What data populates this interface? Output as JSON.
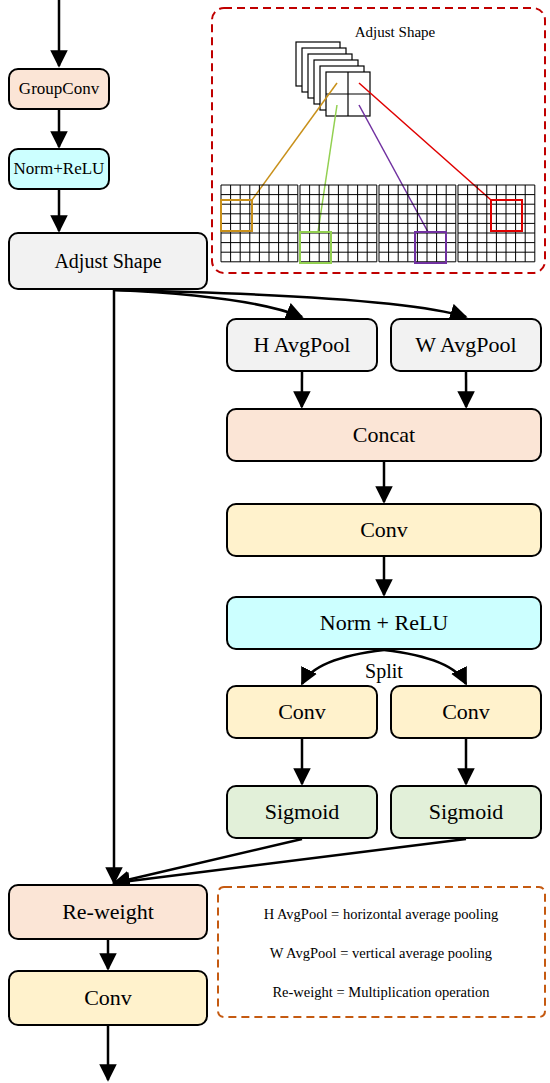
{
  "diagram": {
    "nodes": [
      {
        "text": [
          "GroupConv"
        ]
      },
      {
        "text": [
          "Norm+ReLU"
        ]
      },
      {
        "text": [
          "Adjust Shape"
        ]
      },
      {
        "text": [
          "H AvgPool"
        ]
      },
      {
        "text": [
          "W AvgPool"
        ]
      },
      {
        "text": [
          "Concat"
        ]
      },
      {
        "text": [
          "Conv"
        ]
      },
      {
        "text": [
          "Norm + ReLU"
        ]
      },
      {
        "text": [
          "Conv"
        ]
      },
      {
        "text": [
          "Conv"
        ]
      },
      {
        "text": [
          "Sigmoid"
        ]
      },
      {
        "text": [
          "Sigmoid"
        ]
      },
      {
        "text": [
          "Re-weight"
        ]
      },
      {
        "text": [
          "Conv"
        ]
      }
    ],
    "edges": [
      {
        "from": 0,
        "to": 1,
        "arrow": "to"
      },
      {
        "from": 1,
        "to": 2,
        "arrow": "to"
      },
      {
        "from": 2,
        "to": 12,
        "arrow": "to"
      },
      {
        "from": 2,
        "to": 3,
        "arrow": "to"
      },
      {
        "from": 2,
        "to": 4,
        "arrow": "to"
      },
      {
        "from": 3,
        "to": 5,
        "arrow": "to"
      },
      {
        "from": 4,
        "to": 5,
        "arrow": "to"
      },
      {
        "from": 5,
        "to": 6,
        "arrow": "to"
      },
      {
        "from": 6,
        "to": 7,
        "arrow": "to"
      },
      {
        "from": 7,
        "to": 8,
        "arrow": "to"
      },
      {
        "from": 7,
        "to": 9,
        "arrow": "to"
      },
      {
        "from": 8,
        "to": 10,
        "arrow": "to"
      },
      {
        "from": 9,
        "to": 11,
        "arrow": "to"
      },
      {
        "from": 10,
        "to": 12,
        "arrow": "to"
      },
      {
        "from": 11,
        "to": 12,
        "arrow": "to"
      },
      {
        "from": 12,
        "to": 13,
        "arrow": "to"
      }
    ],
    "labels": [
      "Adjust Shape",
      "Split",
      "H AvgPool = horizontal average pooling",
      "W AvgPool = vertical average pooling",
      "Re-weight = Multiplication operation"
    ]
  }
}
